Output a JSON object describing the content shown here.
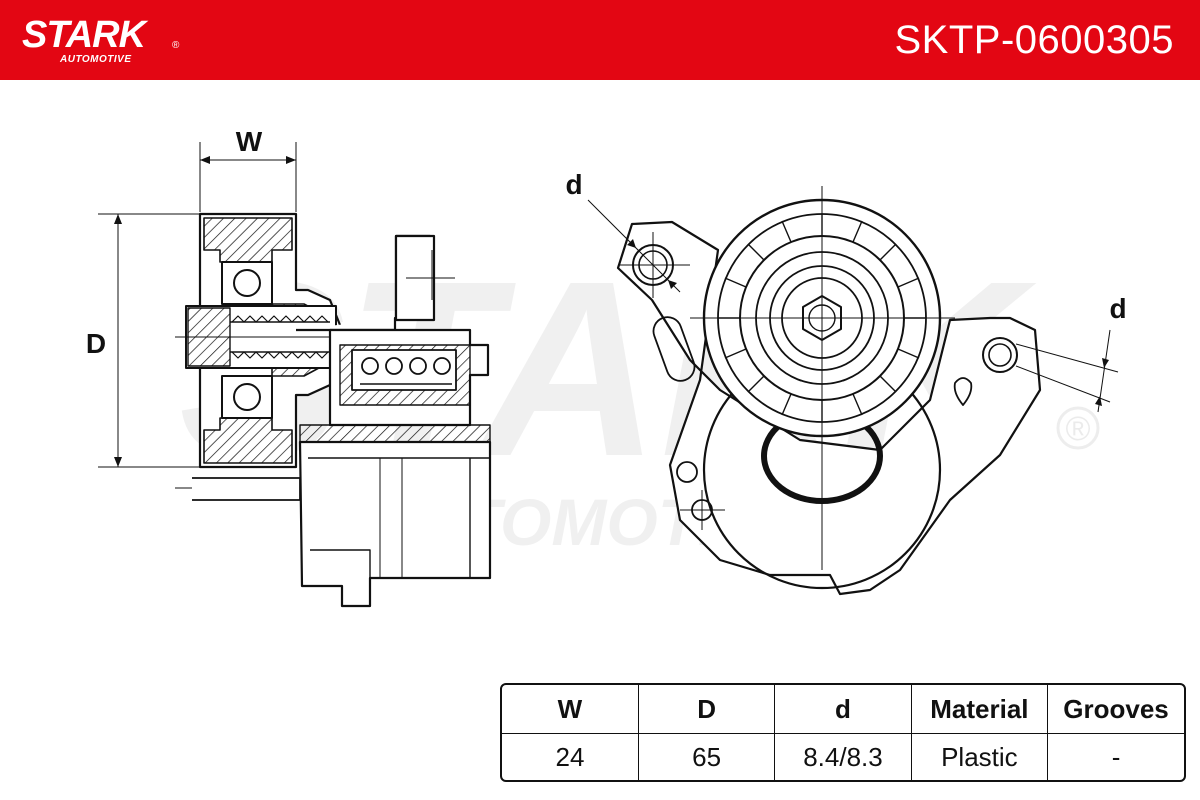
{
  "brand": {
    "name": "STARK",
    "sub": "AUTOMOTIVE",
    "registered": "®",
    "color": "#e30613"
  },
  "part_number": "SKTP-0600305",
  "drawing": {
    "label_W": "W",
    "label_D": "D",
    "label_d_left": "d",
    "label_d_right": "d",
    "watermark": "STARK",
    "watermark_sub": "AUTOMOTIVE",
    "watermark_reg": "®"
  },
  "specs": {
    "headers": [
      "W",
      "D",
      "d",
      "Material",
      "Grooves"
    ],
    "values": [
      "24",
      "65",
      "8.4/8.3",
      "Plastic",
      "-"
    ]
  }
}
